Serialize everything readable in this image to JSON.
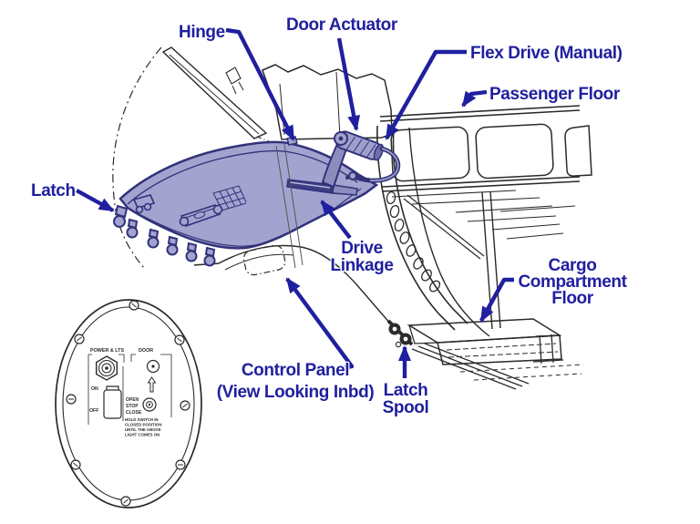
{
  "figure": {
    "type": "technical-illustration",
    "subject_colors": {
      "callout_blue": "#1f1f9f",
      "door_fill": "#a3a3d0",
      "door_outline": "#32327a",
      "linework": "#2a2a2a",
      "background": "#ffffff"
    }
  },
  "callouts": {
    "hinge": "Hinge",
    "door_actuator": "Door Actuator",
    "flex_drive": "Flex Drive (Manual)",
    "passenger_floor": "Passenger Floor",
    "latch": "Latch",
    "drive_linkage": {
      "line1": "Drive",
      "line2": "Linkage"
    },
    "cargo_floor": {
      "line1": "Cargo",
      "line2": "Compartment",
      "line3": "Floor"
    },
    "control_panel": {
      "line1": "Control Panel",
      "line2": "(View Looking Inbd)"
    },
    "latch_spool": {
      "line1": "Latch",
      "line2": "Spool"
    }
  },
  "control_panel_detail": {
    "power_label": "POWER & LTS",
    "door_label": "DOOR",
    "on_label": "ON",
    "off_label": "OFF",
    "open_label": "OPEN",
    "stop_label": "STOP",
    "close_label": "CLOSE",
    "note_line1": "HOLD SWITCH IN",
    "note_line2": "CLOSED POSITION",
    "note_line3": "UNTIL THE ABOVE",
    "note_line4": "LIGHT COMES ON"
  }
}
